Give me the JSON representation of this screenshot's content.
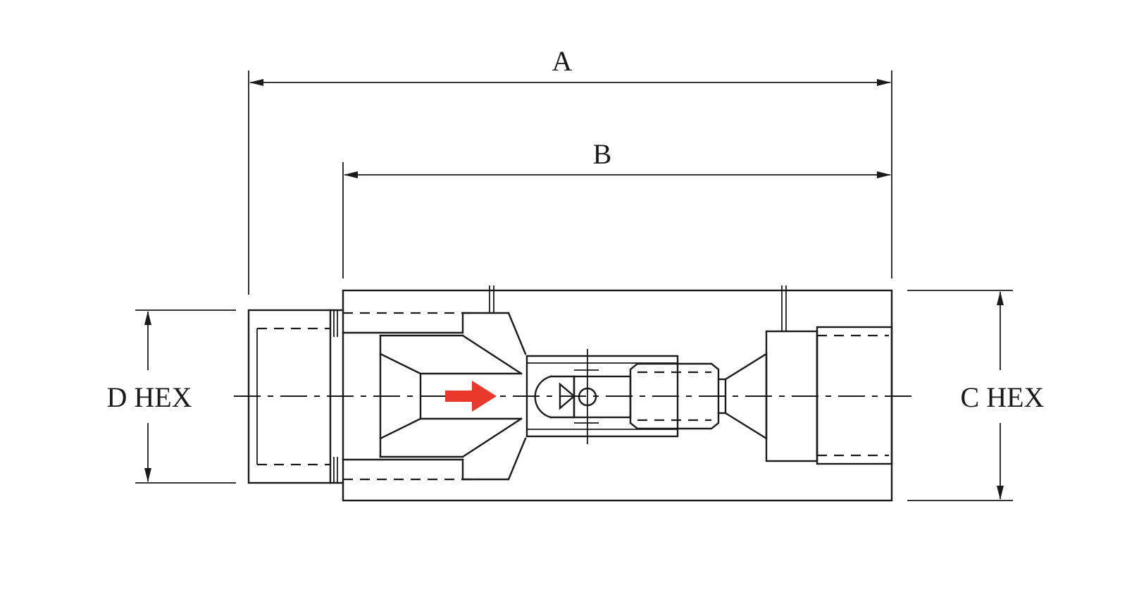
{
  "labels": {
    "dim_a": "A",
    "dim_b": "B",
    "dim_c": "C HEX",
    "dim_d": "D HEX"
  },
  "colors": {
    "line": "#1a1a1a",
    "flow_arrow": "#e8392b",
    "background": "#ffffff"
  },
  "icons": {
    "flow_direction": "arrow-right-icon"
  }
}
